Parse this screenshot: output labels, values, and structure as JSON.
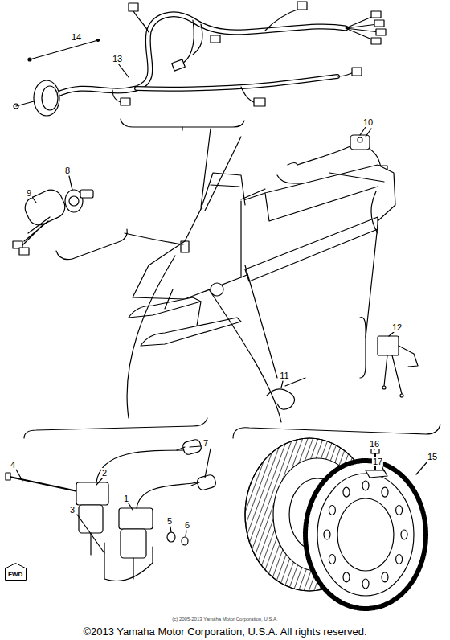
{
  "diagram": {
    "caption": "©2013 Yamaha Motor Corporation, U.S.A. All rights reserved.",
    "nodes": [
      {
        "text": [
          "FWD"
        ]
      }
    ],
    "labels": [
      "14",
      "13",
      "10",
      "9",
      "8",
      "12",
      "11",
      "16",
      "7",
      "4",
      "15",
      "17",
      "2",
      "1",
      "3",
      "5",
      "6",
      "(c) 2005-2013 Yamaha Motor Corporation, U.S.A."
    ]
  }
}
